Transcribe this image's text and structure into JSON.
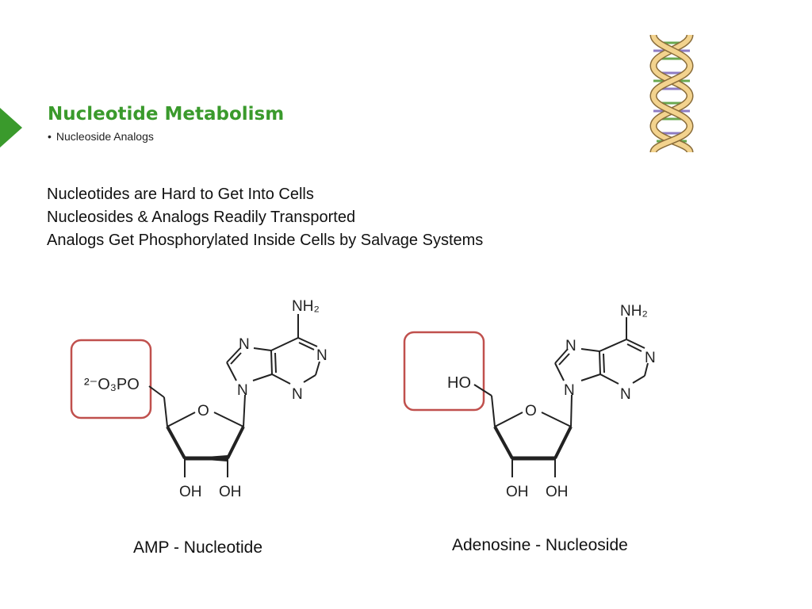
{
  "slide": {
    "title": "Nucleotide Metabolism",
    "subtitle": "Nucleoside Analogs",
    "lines": [
      "Nucleotides are Hard to Get Into Cells",
      "Nucleosides & Analogs Readily Transported",
      "Analogs Get Phosphorylated Inside Cells by Salvage Systems"
    ]
  },
  "molecules": {
    "amp": {
      "caption": "AMP - Nucleotide",
      "group_label": "²⁻O₃PO",
      "ring_o": "O",
      "amine": "NH₂",
      "n_labels": [
        "N",
        "N",
        "N",
        "N"
      ],
      "oh_left": "OH",
      "oh_right": "OH"
    },
    "adenosine": {
      "caption": "Adenosine - Nucleoside",
      "group_label": "HO",
      "ring_o": "O",
      "amine": "NH₂",
      "n_labels": [
        "N",
        "N",
        "N",
        "N"
      ],
      "oh_left": "OH",
      "oh_right": "OH"
    }
  },
  "colors": {
    "title": "#3a9a2c",
    "accent_arrow": "#3a9a2c",
    "highlight_box": "#c0504d"
  }
}
